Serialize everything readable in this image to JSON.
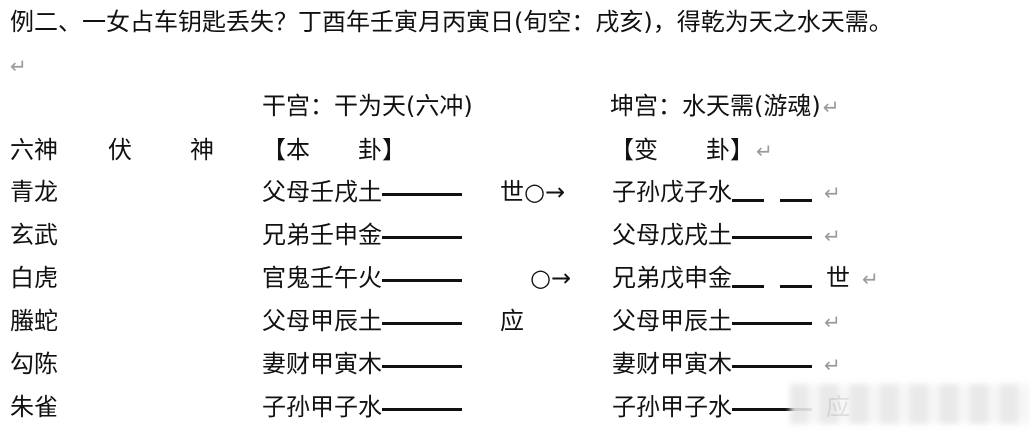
{
  "title": "例二、一女占车钥匙丢失？丁酉年壬寅月丙寅日(旬空：戌亥)，得乾为天之水天需。",
  "return_mark": "↵",
  "palace": {
    "left": "干宫：干为天(六冲)",
    "right": "坤宫：水天需(游魂)"
  },
  "header": {
    "liushen": "六神",
    "fushen_1": "伏",
    "fushen_2": "神",
    "bengua": "【本　　卦】",
    "biangua": "【变　　卦】"
  },
  "rows": [
    {
      "shen": "青龙",
      "ben": "父母壬戌土",
      "mark": "世○→",
      "bian": "子孙戊子水",
      "bian_line": "yin",
      "end": ""
    },
    {
      "shen": "玄武",
      "ben": "兄弟壬申金",
      "mark": "",
      "bian": "父母戊戌土",
      "bian_line": "yang",
      "end": ""
    },
    {
      "shen": "白虎",
      "ben": "官鬼壬午火",
      "mark": "○→",
      "bian": "兄弟戊申金",
      "bian_line": "yin",
      "end": "世"
    },
    {
      "shen": "螣蛇",
      "ben": "父母甲辰土",
      "mark": "应",
      "bian": "父母甲辰土",
      "bian_line": "yang",
      "end": ""
    },
    {
      "shen": "勾陈",
      "ben": "妻财甲寅木",
      "mark": "",
      "bian": "妻财甲寅木",
      "bian_line": "yang",
      "end": ""
    },
    {
      "shen": "朱雀",
      "ben": "子孙甲子水",
      "mark": "",
      "bian": "子孙甲子水",
      "bian_line": "yang",
      "end": "应"
    }
  ]
}
